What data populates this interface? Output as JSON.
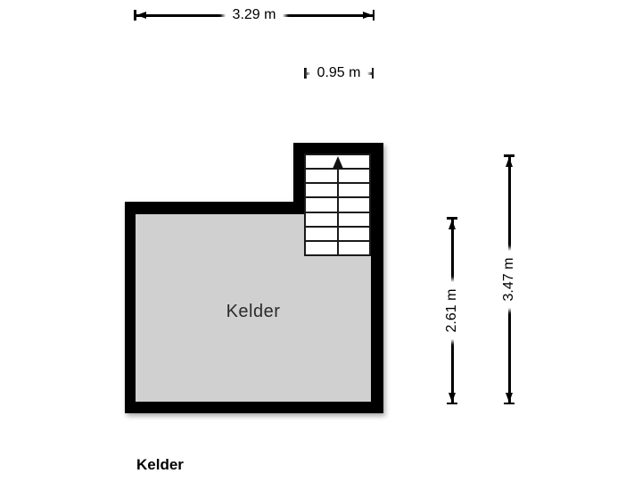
{
  "colors": {
    "background": "#ffffff",
    "wall": "#000000",
    "floor": "#d0d0d0",
    "stair_fill": "#ffffff",
    "stair_border": "#1a1a1a",
    "line": "#000000",
    "text": "#1a1a1a"
  },
  "floorplan": {
    "title": "Kelder",
    "room": {
      "label": "Kelder"
    },
    "stairs": {
      "steps": 7,
      "direction": "up"
    },
    "dimensions": {
      "room_width": "3.29 m",
      "stair_width": "0.95 m",
      "room_depth": "2.61 m",
      "total_depth": "3.47 m"
    }
  }
}
